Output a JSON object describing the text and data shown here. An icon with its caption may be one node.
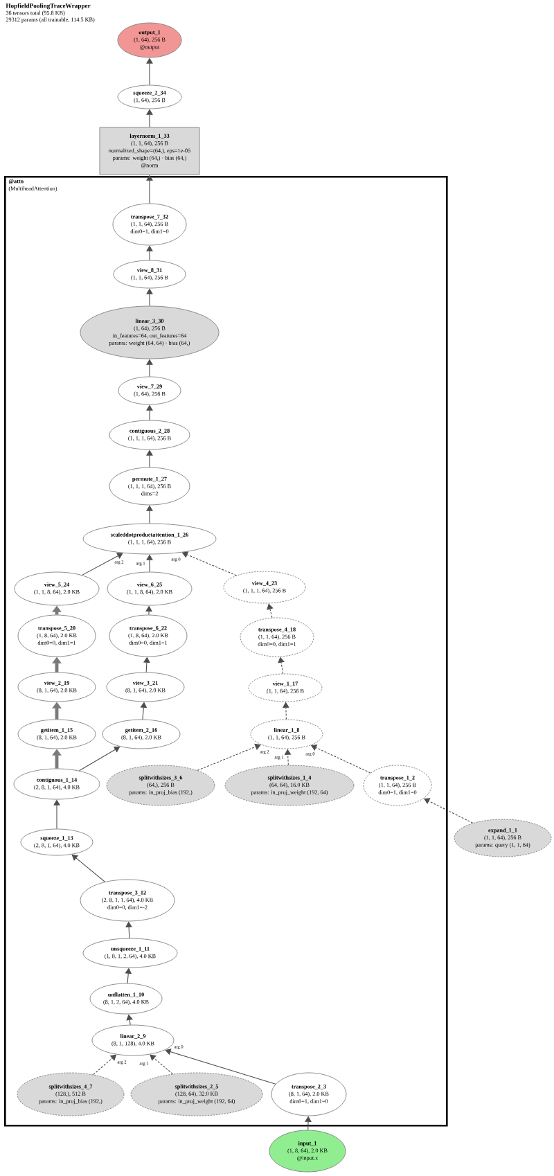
{
  "diagram": {
    "title": "HopfieldPoolingTraceWrapper",
    "nodes": [
      {
        "text": [
          "output_1",
          "(1, 64), 256 B",
          "@output"
        ]
      },
      {
        "text": [
          "squeeze_2_34",
          "(1, 64), 256 B"
        ]
      },
      {
        "text": [
          "layernorm_1_33",
          "(1, 1, 64), 256 B",
          "normalized_shape=(64,), eps=1e-05",
          "params: weight (64,) · bias (64,)",
          "@norm"
        ]
      },
      {
        "text": [
          "@attn",
          "(MultiheadAttention)"
        ]
      },
      {
        "text": [
          "transpose_7_32",
          "(1, 1, 64), 256 B",
          "dim0=1, dim1=0"
        ],
        "in": 3
      },
      {
        "text": [
          "view_8_31",
          "(1, 1, 64), 256 B"
        ],
        "in": 3
      },
      {
        "text": [
          "linear_3_30",
          "(1, 64), 256 B",
          "in_features=64, out_features=64",
          "params: weight (64, 64) · bias (64,)"
        ],
        "in": 3
      },
      {
        "text": [
          "view_7_29",
          "(1, 64), 256 B"
        ],
        "in": 3
      },
      {
        "text": [
          "contiguous_2_28",
          "(1, 1, 1, 64), 256 B"
        ],
        "in": 3
      },
      {
        "text": [
          "permute_1_27",
          "(1, 1, 1, 64), 256 B",
          "dims=2"
        ],
        "in": 3
      },
      {
        "text": [
          "scaleddotproductattention_1_26",
          "(1, 1, 1, 64), 256 B"
        ],
        "in": 3
      },
      {
        "text": [
          "view_5_24",
          "(1, 1, 8, 64), 2.0 KB"
        ],
        "in": 3
      },
      {
        "text": [
          "view_6_25",
          "(1, 1, 8, 64), 2.0 KB"
        ],
        "in": 3
      },
      {
        "text": [
          "view_4_23",
          "(1, 1, 1, 64), 256 B"
        ],
        "in": 3
      },
      {
        "text": [
          "transpose_5_20",
          "(1, 8, 64), 2.0 KB",
          "dim0=0, dim1=1"
        ],
        "in": 3
      },
      {
        "text": [
          "transpose_6_22",
          "(1, 8, 64), 2.0 KB",
          "dim0=0, dim1=1"
        ],
        "in": 3
      },
      {
        "text": [
          "transpose_4_18",
          "(1, 1, 64), 256 B",
          "dim0=0, dim1=1"
        ],
        "in": 3
      },
      {
        "text": [
          "view_2_19",
          "(8, 1, 64), 2.0 KB"
        ],
        "in": 3
      },
      {
        "text": [
          "view_3_21",
          "(8, 1, 64), 2.0 KB"
        ],
        "in": 3
      },
      {
        "text": [
          "view_1_17",
          "(1, 1, 64), 256 B"
        ],
        "in": 3
      },
      {
        "text": [
          "getitem_1_15",
          "(8, 1, 64), 2.0 KB"
        ],
        "in": 3
      },
      {
        "text": [
          "getitem_2_16",
          "(8, 1, 64), 2.0 KB"
        ],
        "in": 3
      },
      {
        "text": [
          "linear_1_8",
          "(1, 1, 64), 256 B"
        ],
        "in": 3
      },
      {
        "text": [
          "contiguous_1_14",
          "(2, 8, 1, 64), 4.0 KB"
        ],
        "in": 3
      },
      {
        "text": [
          "splitwithsizes_3_6",
          "(64,), 256 B",
          "params: in_proj_bias (192,)"
        ],
        "in": 3
      },
      {
        "text": [
          "splitwithsizes_1_4",
          "(64, 64), 16.0 KB",
          "params: in_proj_weight (192, 64)"
        ],
        "in": 3
      },
      {
        "text": [
          "transpose_1_2",
          "(1, 1, 64), 256 B",
          "dim0=1, dim1=0"
        ],
        "in": 3
      },
      {
        "text": [
          "expand_1_1",
          "(1, 1, 64), 256 B",
          "params: query (1, 1, 64)"
        ]
      },
      {
        "text": [
          "squeeze_1_13",
          "(2, 8, 1, 64), 4.0 KB"
        ],
        "in": 3
      },
      {
        "text": [
          "transpose_3_12",
          "(2, 8, 1, 1, 64), 4.0 KB",
          "dim0=0, dim1=-2"
        ],
        "in": 3
      },
      {
        "text": [
          "unsqueeze_1_11",
          "(1, 8, 1, 2, 64), 4.0 KB"
        ],
        "in": 3
      },
      {
        "text": [
          "unflatten_1_10",
          "(8, 1, 2, 64), 4.0 KB"
        ],
        "in": 3
      },
      {
        "text": [
          "linear_2_9",
          "(8, 1, 128), 4.0 KB"
        ],
        "in": 3
      },
      {
        "text": [
          "splitwithsizes_4_7",
          "(128,), 512 B",
          "params: in_proj_bias (192,)"
        ],
        "in": 3
      },
      {
        "text": [
          "splitwithsizes_2_5",
          "(128, 64), 32.0 KB",
          "params: in_proj_weight (192, 64)"
        ],
        "in": 3
      },
      {
        "text": [
          "transpose_2_3",
          "(8, 1, 64), 2.0 KB",
          "dim0=1, dim1=0"
        ],
        "in": 3
      },
      {
        "text": [
          "input_1",
          "(1, 8, 64), 2.0 KB",
          "@input.x"
        ]
      }
    ],
    "edges": [
      {
        "from": 1,
        "to": 0,
        "arrow": "to"
      },
      {
        "from": 2,
        "to": 1,
        "arrow": "to"
      },
      {
        "from": 4,
        "to": 2,
        "arrow": "to"
      },
      {
        "from": 5,
        "to": 4,
        "arrow": "to"
      },
      {
        "from": 6,
        "to": 5,
        "arrow": "to"
      },
      {
        "from": 7,
        "to": 6,
        "arrow": "to"
      },
      {
        "from": 8,
        "to": 7,
        "arrow": "to"
      },
      {
        "from": 9,
        "to": 8,
        "arrow": "to"
      },
      {
        "from": 10,
        "to": 9,
        "arrow": "to"
      },
      {
        "from": 11,
        "to": 10,
        "arrow": "to",
        "label": "arg 2"
      },
      {
        "from": 12,
        "to": 10,
        "arrow": "to",
        "label": "arg 1"
      },
      {
        "from": 13,
        "to": 10,
        "arrow": "to",
        "label": "arg 0",
        "style": "dashed"
      },
      {
        "from": 14,
        "to": 11,
        "arrow": "to",
        "style": "thick"
      },
      {
        "from": 15,
        "to": 12,
        "arrow": "to"
      },
      {
        "from": 16,
        "to": 13,
        "arrow": "to",
        "style": "dashed"
      },
      {
        "from": 17,
        "to": 14,
        "arrow": "to",
        "style": "thick"
      },
      {
        "from": 18,
        "to": 15,
        "arrow": "to"
      },
      {
        "from": 19,
        "to": 16,
        "arrow": "to",
        "style": "dashed"
      },
      {
        "from": 20,
        "to": 17,
        "arrow": "to",
        "style": "thick"
      },
      {
        "from": 21,
        "to": 18,
        "arrow": "to"
      },
      {
        "from": 22,
        "to": 19,
        "arrow": "to",
        "style": "dashed"
      },
      {
        "from": 23,
        "to": 20,
        "arrow": "to",
        "style": "thick"
      },
      {
        "from": 23,
        "to": 21,
        "arrow": "to"
      },
      {
        "from": 24,
        "to": 22,
        "arrow": "to",
        "label": "arg 2",
        "style": "dashed"
      },
      {
        "from": 25,
        "to": 22,
        "arrow": "to",
        "label": "arg 1",
        "style": "dashed"
      },
      {
        "from": 26,
        "to": 22,
        "arrow": "to",
        "label": "arg 0",
        "style": "dashed"
      },
      {
        "from": 27,
        "to": 26,
        "arrow": "to",
        "style": "dashed"
      },
      {
        "from": 28,
        "to": 23,
        "arrow": "to"
      },
      {
        "from": 29,
        "to": 28,
        "arrow": "to"
      },
      {
        "from": 30,
        "to": 29,
        "arrow": "to"
      },
      {
        "from": 31,
        "to": 30,
        "arrow": "to"
      },
      {
        "from": 32,
        "to": 31,
        "arrow": "to"
      },
      {
        "from": 33,
        "to": 32,
        "arrow": "to",
        "label": "arg 2",
        "style": "dashed"
      },
      {
        "from": 34,
        "to": 32,
        "arrow": "to",
        "label": "arg 1",
        "style": "dashed"
      },
      {
        "from": 35,
        "to": 32,
        "arrow": "to",
        "label": "arg 0"
      },
      {
        "from": 36,
        "to": 35,
        "arrow": "to"
      }
    ],
    "labels": [
      "36 tensors total (95.8 KB)",
      "29312 params (all trainable, 114.5 KB)"
    ]
  }
}
